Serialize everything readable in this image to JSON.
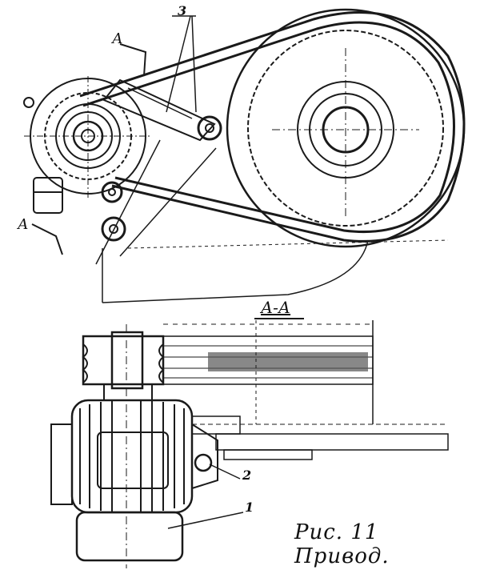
{
  "labels": {
    "callout_3": "3",
    "section_mark_top": "А",
    "section_mark_bottom": "А",
    "section_title": "А-А",
    "callout_2": "2",
    "callout_1": "1"
  },
  "caption": "Рис. 11 Привод."
}
